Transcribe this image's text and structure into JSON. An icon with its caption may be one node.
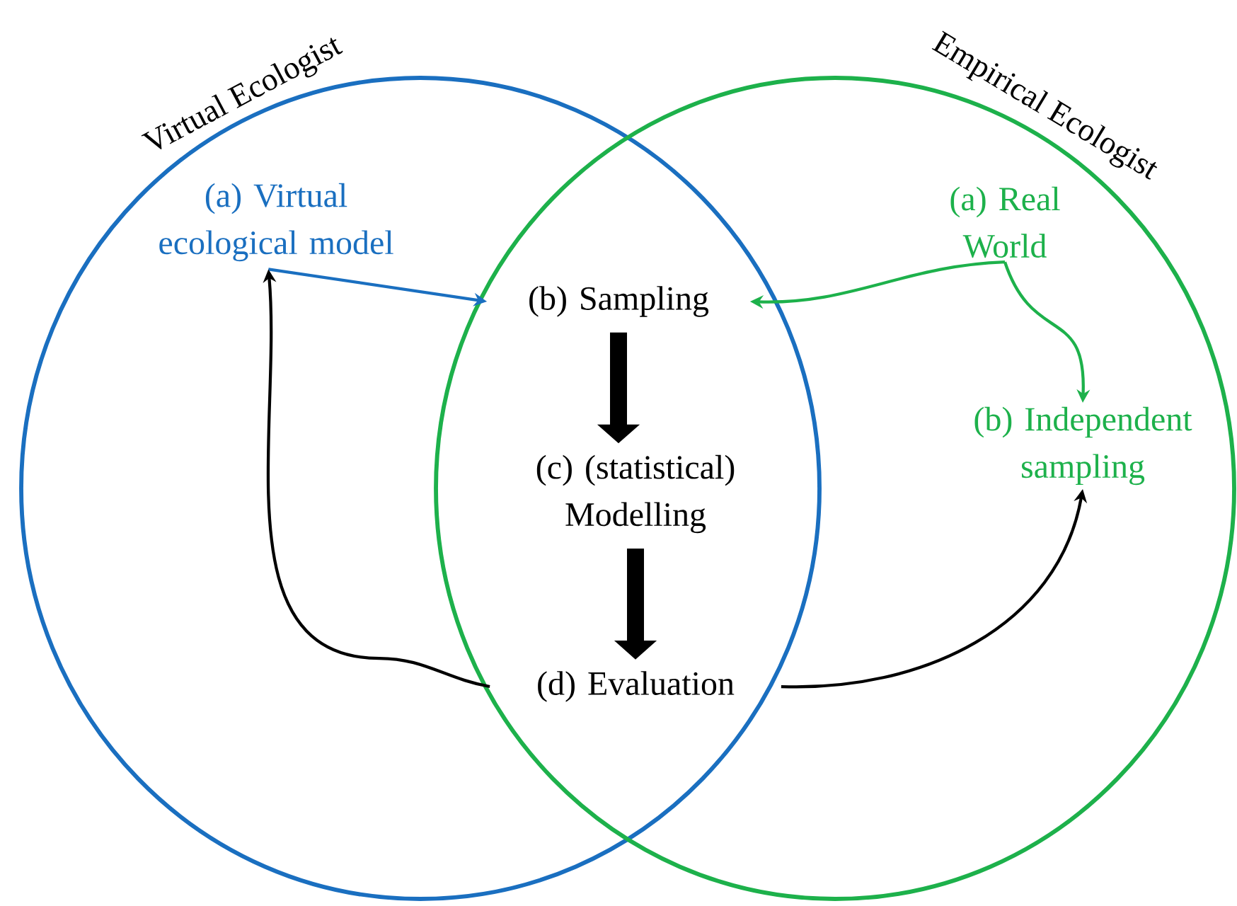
{
  "diagram": {
    "nodes": [
      {
        "text": [
          "Virtual Ecologist"
        ]
      },
      {
        "text": [
          "Empirical Ecologist"
        ]
      },
      {
        "text": [
          "(a) Virtual ecological model"
        ],
        "in": 0
      },
      {
        "text": [
          "(b) Sampling"
        ]
      },
      {
        "text": [
          "(c) (statistical) Modelling"
        ]
      },
      {
        "text": [
          "(d) Evaluation"
        ]
      },
      {
        "text": [
          "(a) Real World"
        ],
        "in": 1
      },
      {
        "text": [
          "(b) Independent sampling"
        ],
        "in": 1
      }
    ],
    "edges": [
      {
        "from": 2,
        "to": 3,
        "arrow": "to",
        "color": "#1a6fc0"
      },
      {
        "from": 6,
        "to": 3,
        "arrow": "to",
        "color": "#1db14b"
      },
      {
        "from": 6,
        "to": 7,
        "arrow": "to",
        "color": "#1db14b"
      },
      {
        "from": 3,
        "to": 4,
        "arrow": "to",
        "style": "thick"
      },
      {
        "from": 4,
        "to": 5,
        "arrow": "to",
        "style": "thick"
      },
      {
        "from": 5,
        "to": 2,
        "arrow": "to"
      },
      {
        "from": 5,
        "to": 7,
        "arrow": "to"
      }
    ]
  }
}
